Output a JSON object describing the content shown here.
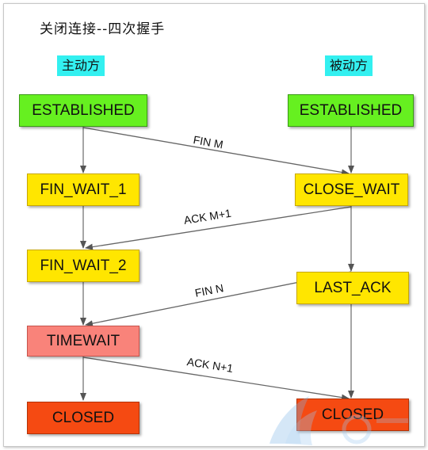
{
  "title": "关闭连接--四次握手",
  "roles": {
    "active": "主动方",
    "passive": "被动方"
  },
  "states": {
    "a_established": "ESTABLISHED",
    "a_fin_wait_1": "FIN_WAIT_1",
    "a_fin_wait_2": "FIN_WAIT_2",
    "a_timewait": "TIMEWAIT",
    "a_closed": "CLOSED",
    "p_established": "ESTABLISHED",
    "p_close_wait": "CLOSE_WAIT",
    "p_last_ack": "LAST_ACK",
    "p_closed": "CLOSED"
  },
  "messages": {
    "fin_m": "FIN M",
    "ack_m": "ACK M+1",
    "fin_n": "FIN N",
    "ack_n": "ACK N+1"
  },
  "colors": {
    "established": "#66f020",
    "wait": "#ffe600",
    "timewait": "#f9837a",
    "closed": "#f54a12",
    "role_highlight": "#33f0f0"
  }
}
